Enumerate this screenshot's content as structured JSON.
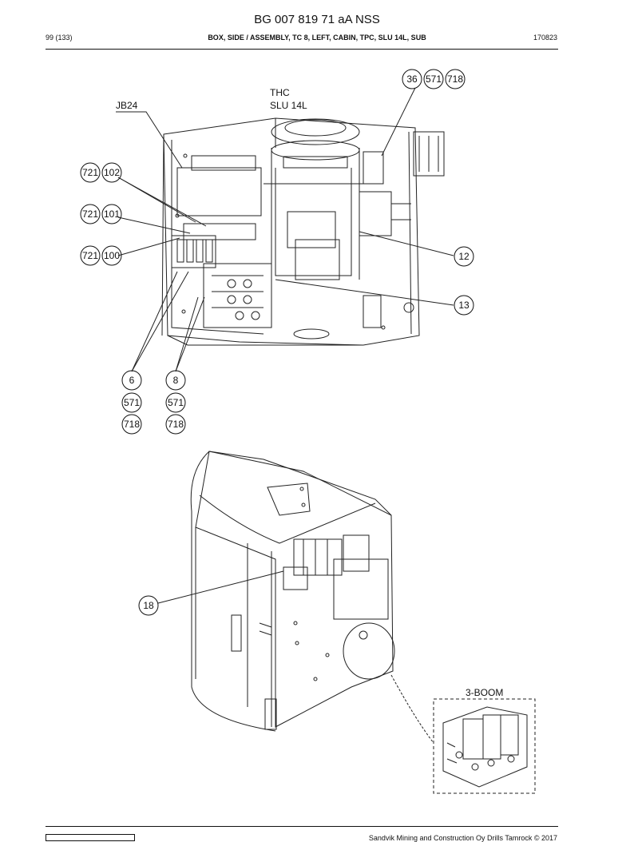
{
  "header": {
    "title": "BG 007 819 71 aA NSS",
    "page": "99 (133)",
    "subtitle": "BOX, SIDE / ASSEMBLY, TC 8, LEFT, CABIN, TPC, SLU 14L, SUB",
    "date": "170823"
  },
  "labels": {
    "jb24": "JB24",
    "thc": "THC",
    "slu": "SLU 14L",
    "three_boom": "3-BOOM"
  },
  "callouts": {
    "c36": "36",
    "c571a": "571",
    "c718a": "718",
    "c721a": "721",
    "c102": "102",
    "c721b": "721",
    "c101": "101",
    "c721c": "721",
    "c100": "100",
    "c12": "12",
    "c13": "13",
    "c6": "6",
    "c571b": "571",
    "c718b": "718",
    "c8": "8",
    "c571c": "571",
    "c718c": "718",
    "c18": "18"
  },
  "footer": {
    "company": "Sandvik Mining and Construction Oy Drills Tamrock © 2017",
    "logo_icon": "sandvik-logo-icon"
  }
}
